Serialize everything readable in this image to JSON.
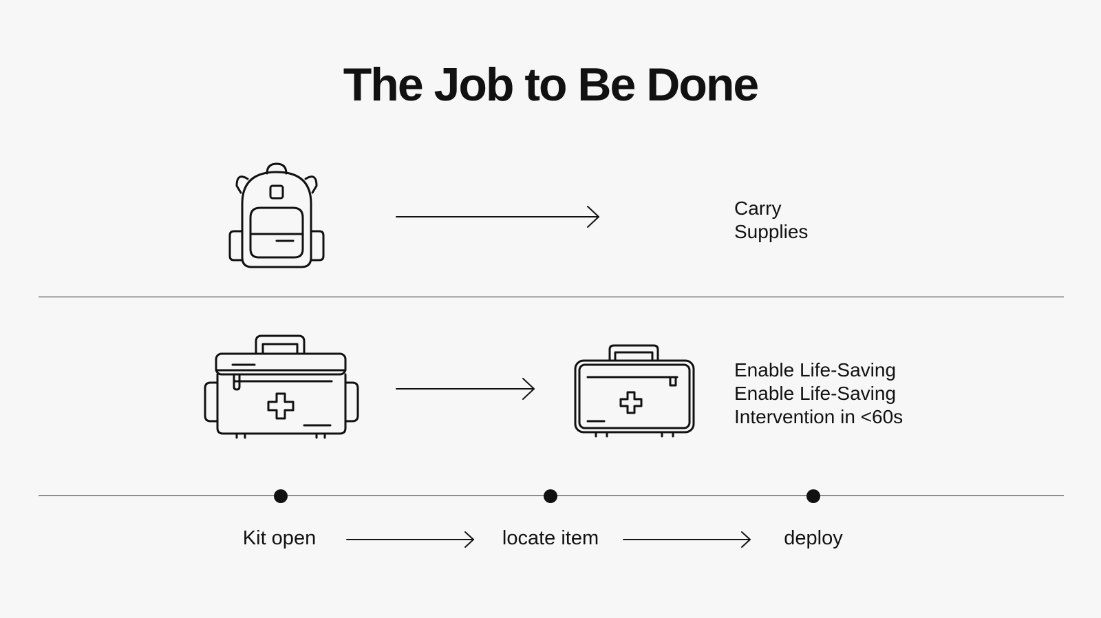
{
  "title": "The Job to Be Done",
  "rows": [
    {
      "from_icon": "backpack-icon",
      "to_icon": "",
      "label_lines": [
        "Carry",
        "Supplies"
      ]
    },
    {
      "from_icon": "large-first-aid-kit-icon",
      "to_icon": "compact-first-aid-kit-icon",
      "label_lines": [
        "Enable Life-Saving",
        "Enable Life-Saving",
        "Intervention in <60s"
      ]
    }
  ],
  "timeline": {
    "steps": [
      "Kit open",
      "locate item",
      "deploy"
    ]
  },
  "colors": {
    "background": "#f7f7f7",
    "ink": "#111111"
  }
}
